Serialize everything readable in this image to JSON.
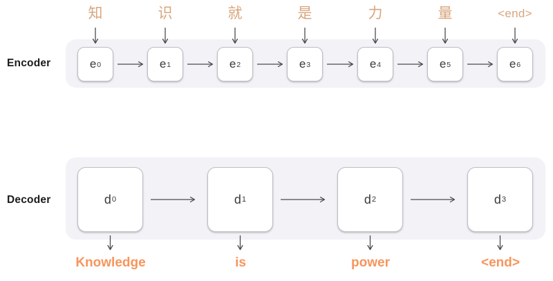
{
  "colors": {
    "input_token": "#D8A67D",
    "output_token": "#F7955C",
    "container_bg": "#F2F2F7",
    "box_bg": "#FFFFFF",
    "box_border": "#BDBDC4",
    "arrow": "#4A4A4F",
    "section_label": "#1B1B1D",
    "cell_text": "#3A3A3C"
  },
  "encoder": {
    "label": "Encoder",
    "input_tokens": [
      "知",
      "识",
      "就",
      "是",
      "力",
      "量",
      "<end>"
    ],
    "cells": [
      {
        "base": "e",
        "sub": "0"
      },
      {
        "base": "e",
        "sub": "1"
      },
      {
        "base": "e",
        "sub": "2"
      },
      {
        "base": "e",
        "sub": "3"
      },
      {
        "base": "e",
        "sub": "4"
      },
      {
        "base": "e",
        "sub": "5"
      },
      {
        "base": "e",
        "sub": "6"
      }
    ]
  },
  "decoder": {
    "label": "Decoder",
    "cells": [
      {
        "base": "d",
        "sub": "0"
      },
      {
        "base": "d",
        "sub": "1"
      },
      {
        "base": "d",
        "sub": "2"
      },
      {
        "base": "d",
        "sub": "3"
      }
    ],
    "output_tokens": [
      "Knowledge",
      "is",
      "power",
      "<end>"
    ]
  }
}
